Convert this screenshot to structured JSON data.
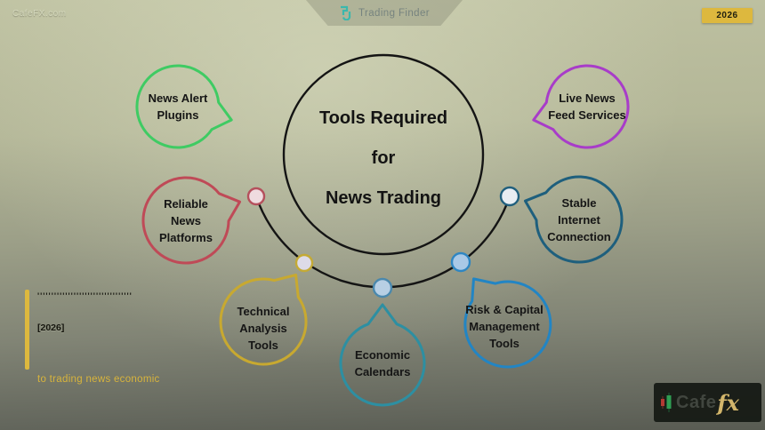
{
  "watermark_top_left": "CafeFX.com",
  "header": {
    "brand_name": "Trading Finder",
    "brand_color": "#3ab8ad",
    "year_badge": "2026",
    "badge_color": "#ddb83e"
  },
  "center": {
    "line1": "Tools Required",
    "line2": "for",
    "line3": "News Trading"
  },
  "bubbles": [
    {
      "name": "news-alert-plugins",
      "label_lines": [
        "News Alert",
        "Plugins"
      ],
      "color": "#3fcb63"
    },
    {
      "name": "live-news-feed-services",
      "label_lines": [
        "Live News",
        "Feed Services"
      ],
      "color": "#a83cc9"
    },
    {
      "name": "reliable-news-platforms",
      "label_lines": [
        "Reliable",
        "News",
        "Platforms"
      ],
      "color": "#bf4a57"
    },
    {
      "name": "stable-internet-connection",
      "label_lines": [
        "Stable",
        "Internet",
        "Connection"
      ],
      "color": "#1e5f7d"
    },
    {
      "name": "technical-analysis-tools",
      "label_lines": [
        "Technical",
        "Analysis",
        "Tools"
      ],
      "color": "#c8a930"
    },
    {
      "name": "economic-calendars",
      "label_lines": [
        "Economic",
        "Calendars"
      ],
      "color": "#2d8fa2"
    },
    {
      "name": "risk-capital-management-tools",
      "label_lines": [
        "Risk & Capital",
        "Management",
        "Tools"
      ],
      "color": "#2285c4"
    }
  ],
  "nodes": [
    {
      "stroke": "#b5505c",
      "fill": "#efdbdf"
    },
    {
      "stroke": "#c4aa35",
      "fill": "#dddbe8"
    },
    {
      "stroke": "#4a88ad",
      "fill": "#b7cfe4"
    },
    {
      "stroke": "#2f86c2",
      "fill": "#a9c8e6"
    },
    {
      "stroke": "#205f7d",
      "fill": "#e8edf2"
    }
  ],
  "footer": {
    "scribble": "''''''''''''''''''''''''''''''''''",
    "bracket_note": "[2026]",
    "tagline": "to trading news economic",
    "accent_color": "#ddb83e",
    "logo": {
      "cafe": "Cafe",
      "fx": "fx"
    }
  }
}
